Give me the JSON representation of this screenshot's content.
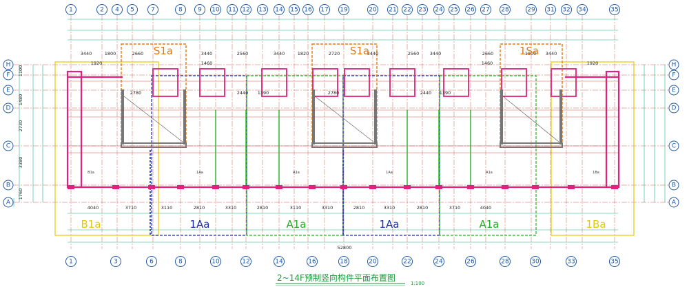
{
  "title": "2~14F预制竖向构件平面布置图",
  "scale": "1:100",
  "top_axes": [
    "1",
    "2",
    "4",
    "5",
    "7",
    "8",
    "9",
    "10",
    "11",
    "12",
    "13",
    "14",
    "15",
    "16",
    "17",
    "19",
    "20",
    "21",
    "22",
    "23",
    "24",
    "25",
    "26",
    "27",
    "28",
    "29",
    "31",
    "32",
    "34",
    "35"
  ],
  "bottom_axes": [
    "1",
    "3",
    "6",
    "8",
    "10",
    "12",
    "14",
    "16",
    "18",
    "20",
    "22",
    "24",
    "26",
    "28",
    "30",
    "33",
    "35"
  ],
  "row_axes": [
    "H",
    "F",
    "E",
    "D",
    "C",
    "B",
    "A"
  ],
  "zones": [
    {
      "label": "B1a",
      "color": "#e6c800"
    },
    {
      "label": "1Aa",
      "color": "#1a2fa8"
    },
    {
      "label": "A1a",
      "color": "#22b222"
    },
    {
      "label": "1Aa",
      "color": "#1a2fa8"
    },
    {
      "label": "A1a",
      "color": "#22b222"
    },
    {
      "label": "1Ba",
      "color": "#e6c800"
    }
  ],
  "stair_labels": [
    "S1a",
    "S1a",
    "1Sa"
  ],
  "top_dims": [
    "3440",
    "1800",
    "2660",
    "3440",
    "2560",
    "3440",
    "1820",
    "2720",
    "3440",
    "2560",
    "3440",
    "2660",
    "1800",
    "3440"
  ],
  "upper_dims": [
    "1920",
    "1460",
    "1460",
    "1920"
  ],
  "bottom_dims": [
    "4040",
    "3710",
    "3110",
    "2810",
    "3310",
    "2810",
    "3110",
    "3310",
    "2810",
    "3310",
    "2810",
    "3710",
    "4040"
  ],
  "overall_dim": "52800",
  "left_dims": [
    "1100",
    "1480",
    "2730",
    "3380",
    "1760"
  ],
  "mid_dims": [
    "2780",
    "2440",
    "1390",
    "2780",
    "2440",
    "1390"
  ],
  "wall_labels": [
    "B1a",
    "1Aa",
    "A1a",
    "1Aa",
    "A1a",
    "1Ba"
  ]
}
